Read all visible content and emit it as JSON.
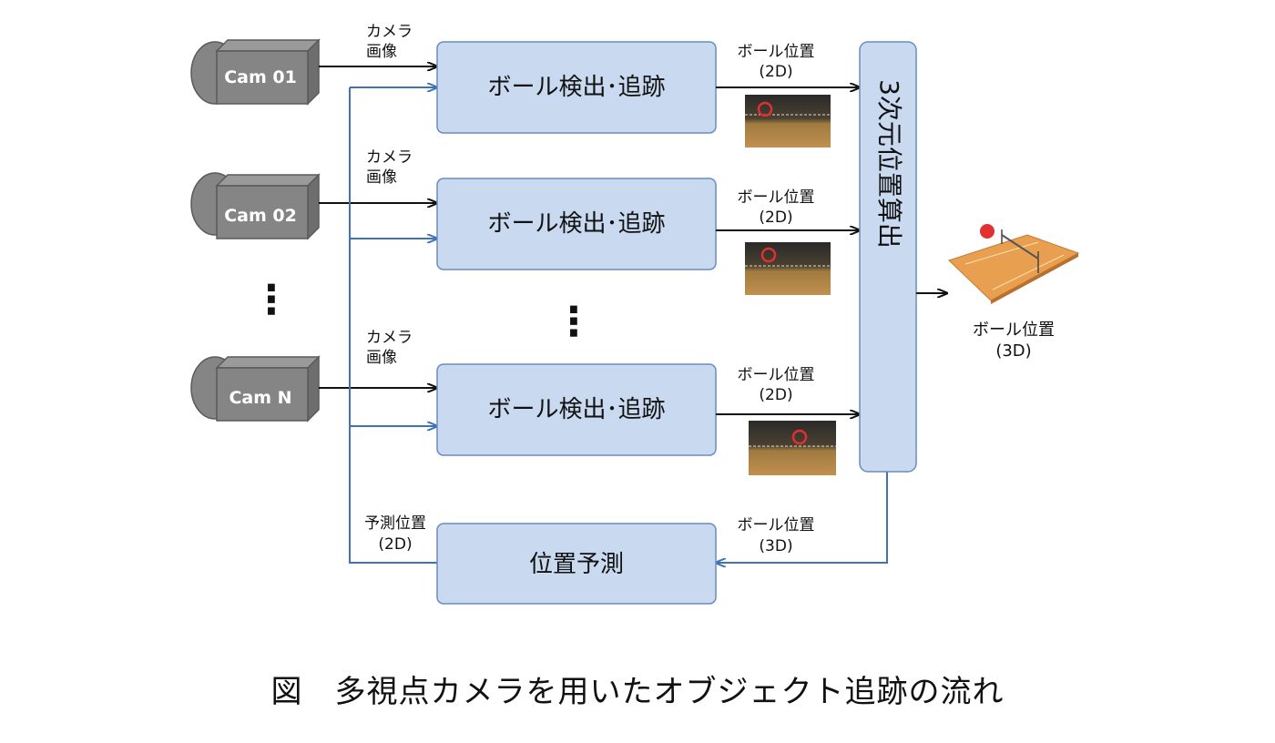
{
  "colors": {
    "box_fill": "#c9daf0",
    "box_stroke": "#6a8cc0",
    "camera_fill": "#858585",
    "camera_stroke": "#5a5a5a",
    "arrow_black": "#111111",
    "arrow_blue": "#3f73b8",
    "ball_red": "#e03030",
    "court_orange": "#e8a050"
  },
  "cameras": [
    {
      "id": "cam1",
      "label": "Cam 01"
    },
    {
      "id": "cam2",
      "label": "Cam 02"
    },
    {
      "id": "camN",
      "label": "Cam N"
    }
  ],
  "camera_image_label": {
    "line1": "カメラ",
    "line2": "画像"
  },
  "detect_box_label": "ボール検出･追跡",
  "ball_pos_2d_label": {
    "line1": "ボール位置",
    "line2": "(2D)"
  },
  "ball_pos_3d_label": {
    "line1": "ボール位置",
    "line2": "(3D)"
  },
  "predicted_pos_label": {
    "line1": "予測位置",
    "line2": "(2D)"
  },
  "calc_box_label": "3次元位置算出",
  "predict_box_label": "位置予測",
  "ellipsis": "⋮",
  "caption": "図　多視点カメラを用いたオブジェクト追跡の流れ"
}
